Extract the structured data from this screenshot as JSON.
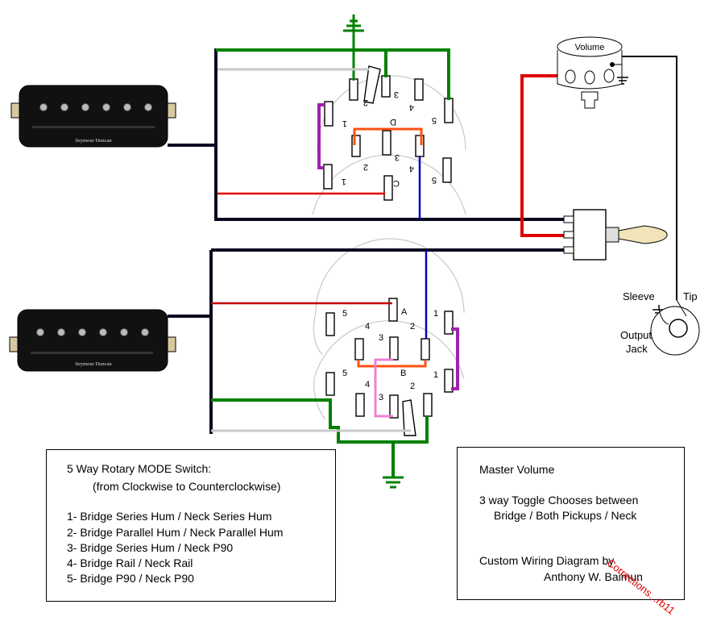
{
  "pickups": {
    "top_brand": "Seymour Duncan",
    "bottom_brand": "Seymour Duncan"
  },
  "volume_pot": {
    "label": "Volume"
  },
  "output_jack": {
    "sleeve_label": "Sleeve",
    "tip_label": "Tip",
    "title_line1": "Output",
    "title_line2": "Jack"
  },
  "switch_upper": {
    "wafer_d_label": "D",
    "wafer_c_label": "C",
    "d_numbers": [
      "1",
      "2",
      "3",
      "4",
      "5"
    ],
    "c_numbers": [
      "1",
      "2",
      "3",
      "4",
      "5"
    ]
  },
  "switch_lower": {
    "wafer_a_label": "A",
    "wafer_b_label": "B",
    "a_numbers": [
      "5",
      "4",
      "3",
      "2",
      "1"
    ],
    "b_numbers": [
      "5",
      "4",
      "3",
      "2",
      "1"
    ]
  },
  "mode_box": {
    "title": "5 Way Rotary MODE Switch:",
    "subtitle": "(from Clockwise to Counterclockwise)",
    "items": [
      "1- Bridge Series Hum / Neck Series Hum",
      "2- Bridge Parallel Hum / Neck Parallel Hum",
      "3- Bridge Series Hum / Neck P90",
      "4- Bridge Rail / Neck Rail",
      "5- Bridge P90 / Neck P90"
    ]
  },
  "master_box": {
    "line1": "Master Volume",
    "line2": "3 way Toggle Chooses between",
    "line3": "Bridge / Both Pickups / Neck",
    "line4": "Custom Wiring Diagram by",
    "line5": "Anthony W. Baimun"
  },
  "corrections": "Corrections...rb11",
  "colors": {
    "black": "#000000",
    "green": "#008000",
    "red": "#e00000",
    "blue": "#0000c0",
    "purple": "#a020b0",
    "orange": "#ff5010",
    "pink": "#f080d0",
    "gray": "#c8c8c8",
    "navy": "#0a0a20"
  }
}
